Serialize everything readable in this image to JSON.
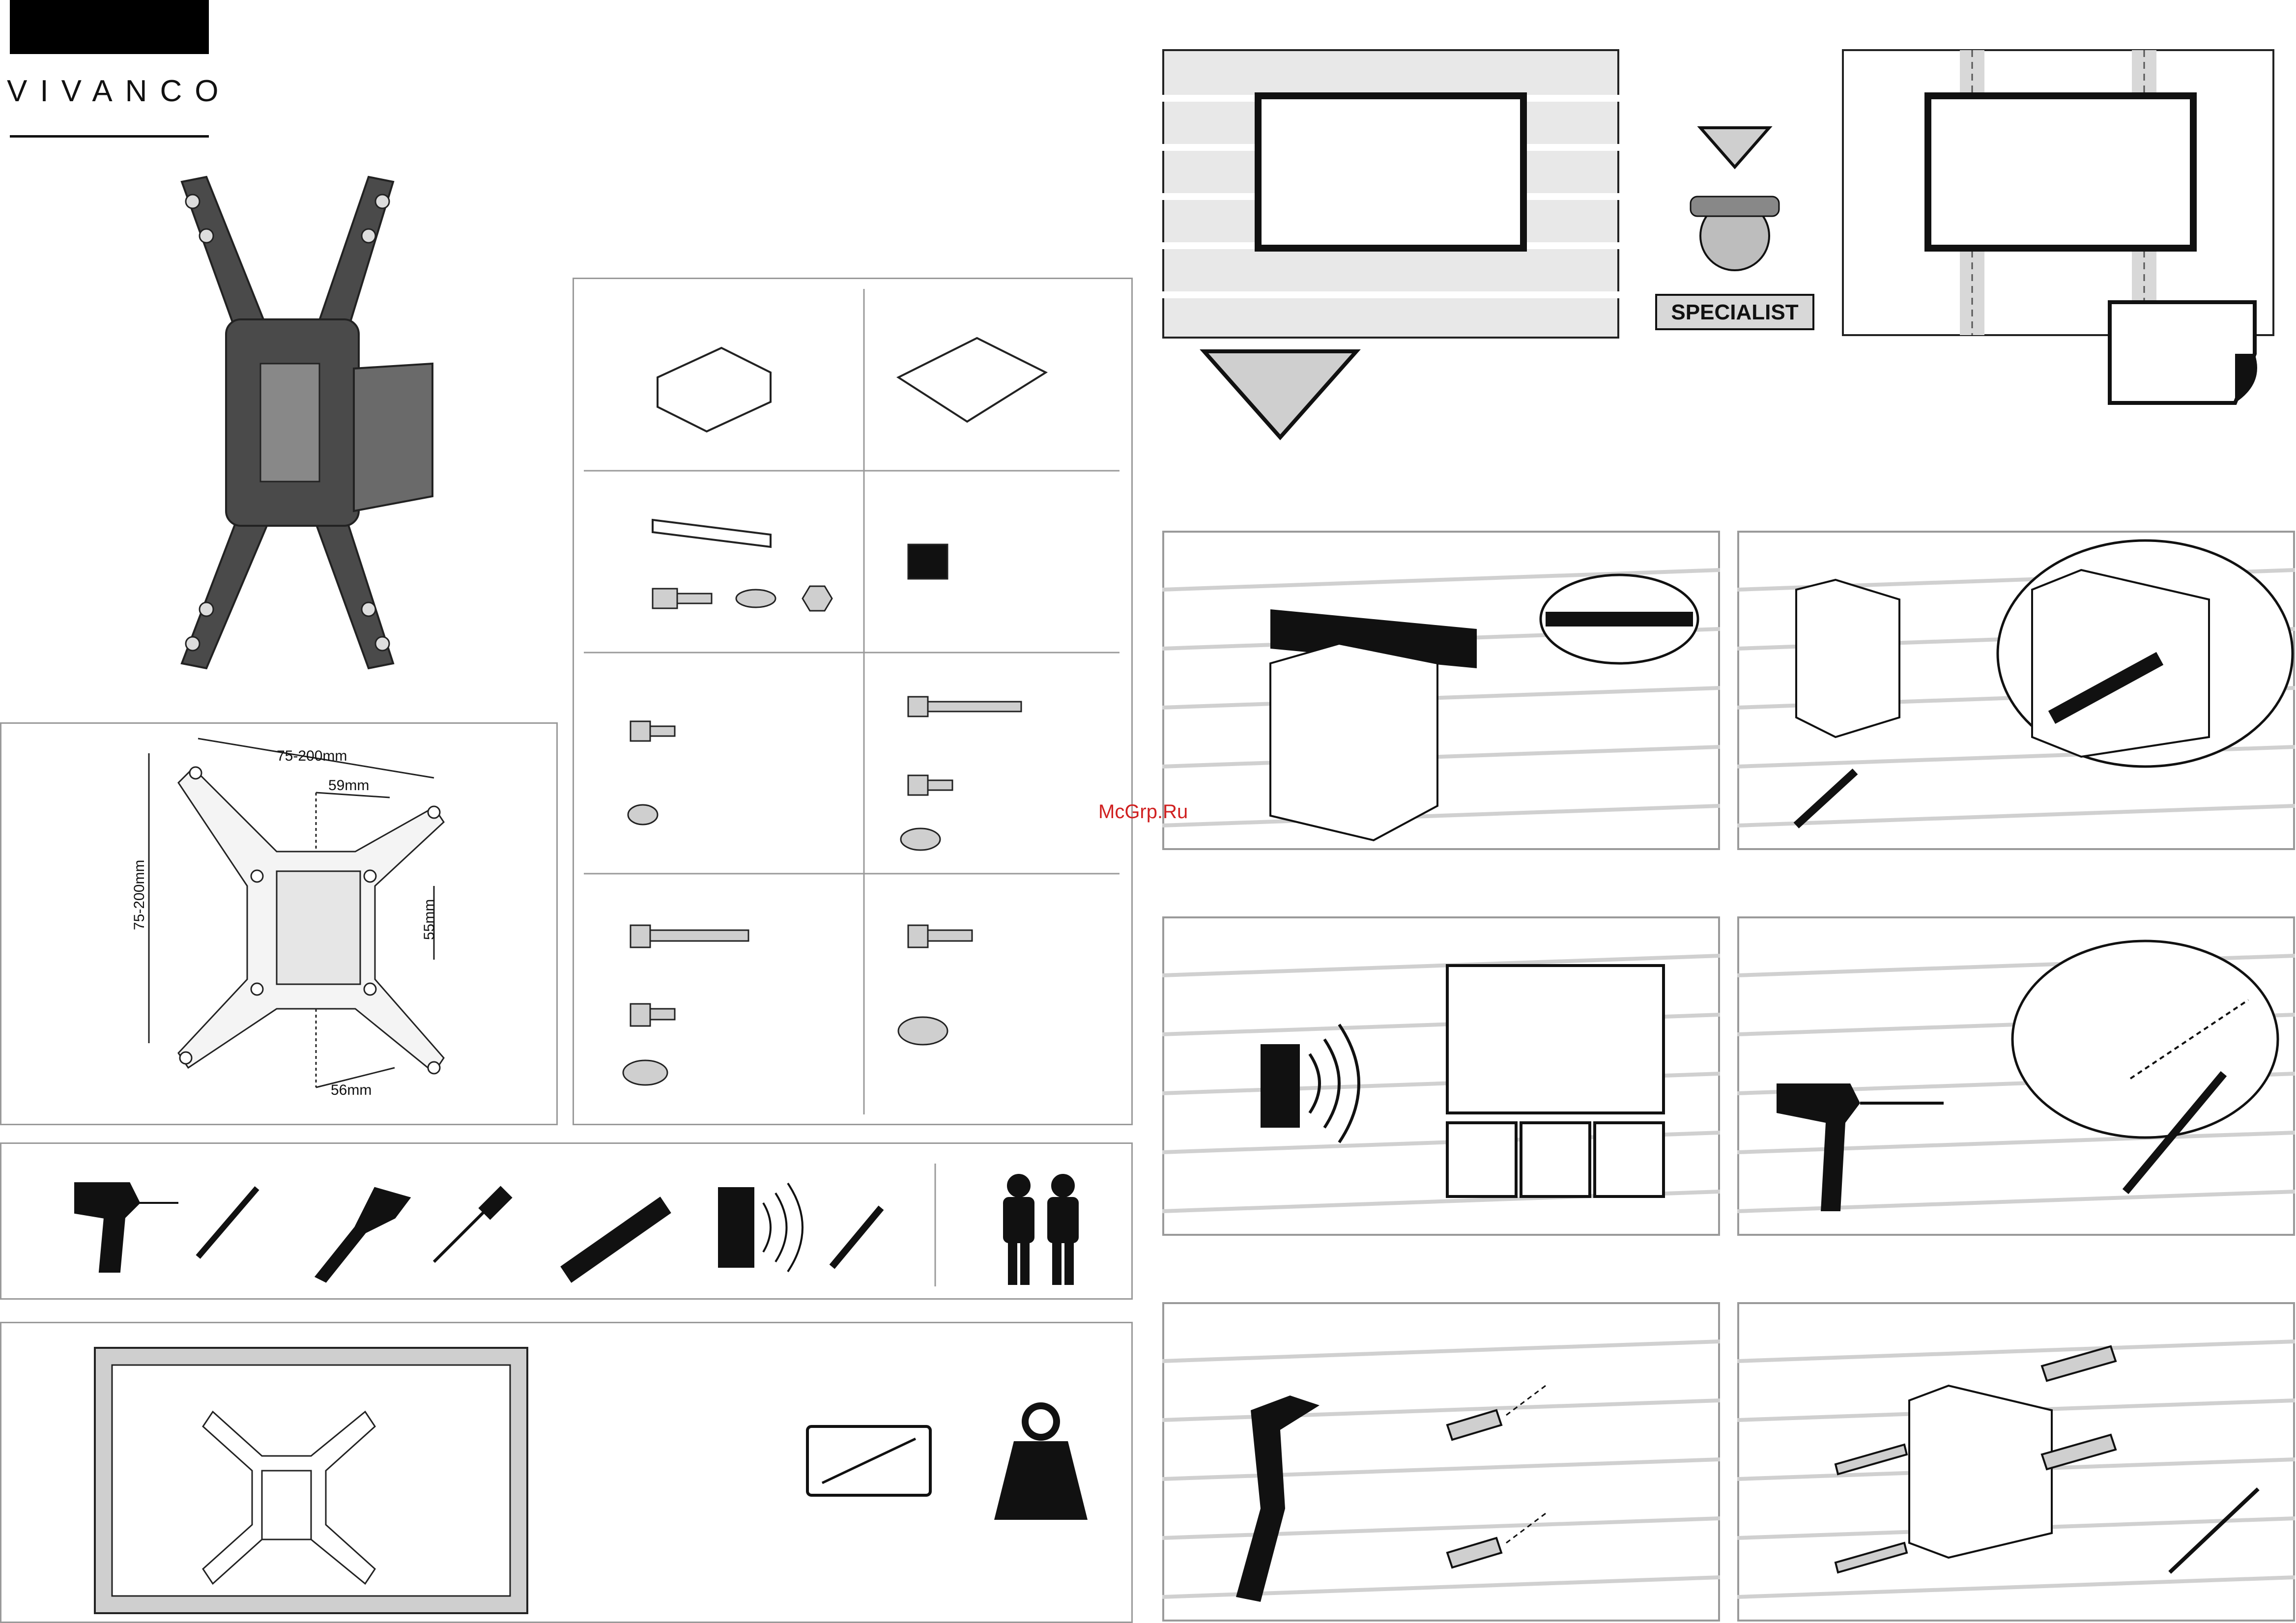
{
  "brand": {
    "name": "VIVANCO"
  },
  "dimensions": {
    "vesa_horizontal": "75-200mm",
    "vesa_vertical": "75-200mm",
    "slot_width": "59mm",
    "slot_height": "55mm",
    "bottom_width": "56mm"
  },
  "install": {
    "specialist_label": "SPECIALIST"
  },
  "watermark": {
    "text": "McGrp.Ru"
  },
  "colors": {
    "panel_border": "#9a9a9a",
    "fill_gray": "#cfcfcf",
    "brick_line": "#c8c8c8"
  }
}
